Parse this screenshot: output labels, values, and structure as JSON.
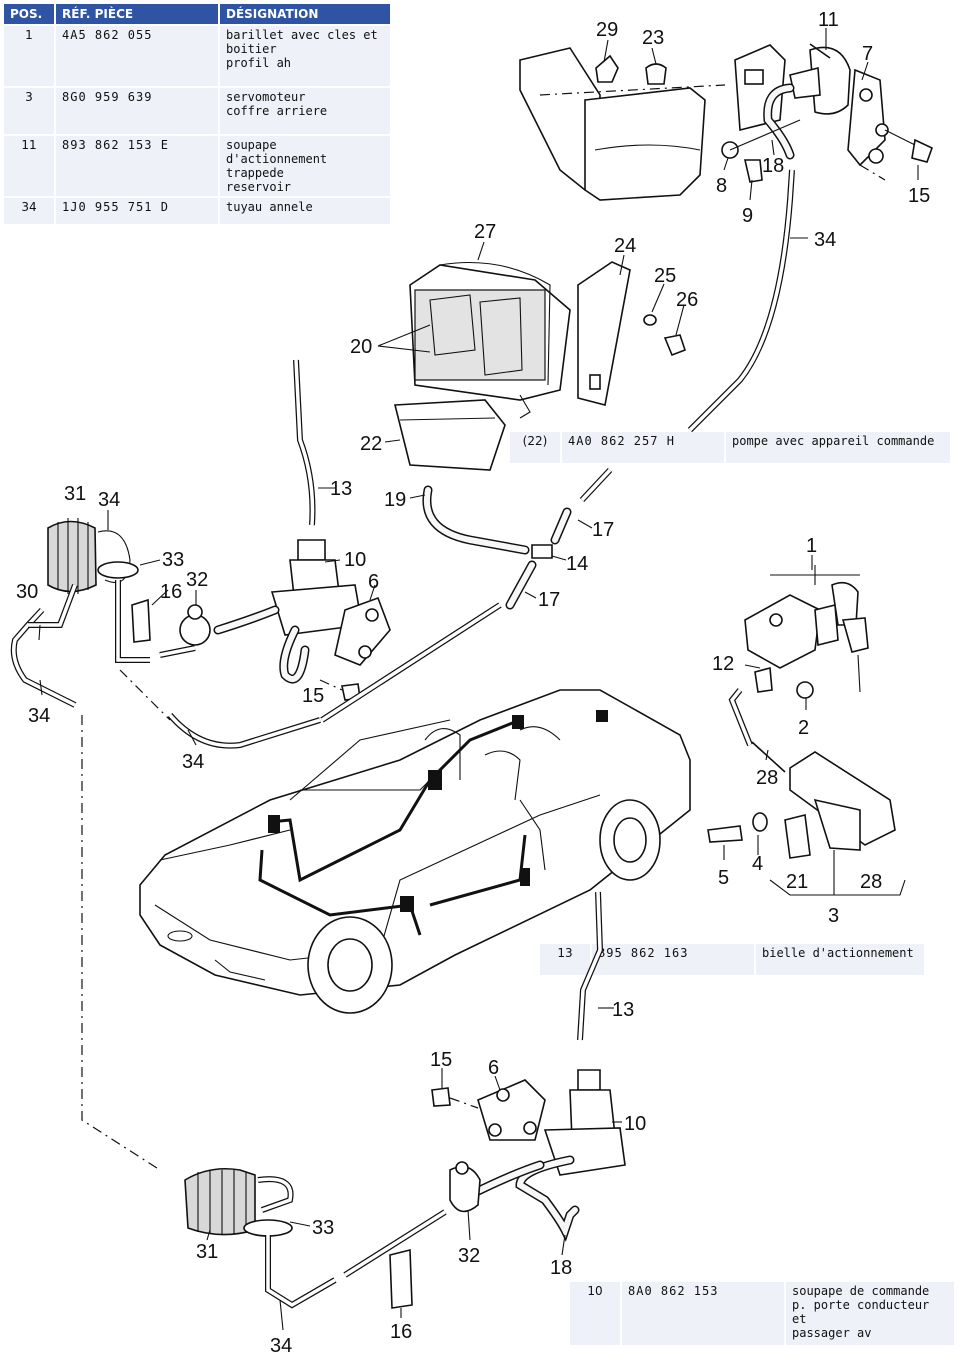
{
  "header": {
    "pos": "POS.",
    "ref": "RÉF. PIÈCE",
    "designation": "DÉSIGNATION"
  },
  "parts_top": [
    {
      "pos": "1",
      "ref": "4A5 862 055",
      "designation": [
        "barillet avec cles et",
        "boitier",
        "profil ah"
      ]
    },
    {
      "pos": "3",
      "ref": "8G0 959 639",
      "designation": [
        "servomoteur",
        "coffre arriere"
      ]
    },
    {
      "pos": "11",
      "ref": "893 862 153 E",
      "designation": [
        "soupape d'actionnement",
        "trappede",
        "reservoir"
      ]
    },
    {
      "pos": "34",
      "ref": "1J0 955 751 D",
      "designation": [
        "tuyau annele"
      ]
    }
  ],
  "part_22": {
    "pos": "(22)",
    "ref": "4A0 862 257 H",
    "designation": "pompe avec appareil commande"
  },
  "part_13": {
    "pos": "13",
    "ref": "895 862 163",
    "designation": "bielle d'actionnement"
  },
  "part_10": {
    "pos": "10",
    "ref": "8A0 862 153",
    "designation": [
      "soupape de commande",
      "p. porte conducteur et",
      "passager av"
    ]
  },
  "callouts": [
    "29",
    "23",
    "11",
    "7",
    "8",
    "9",
    "18",
    "15",
    "34",
    "27",
    "24",
    "25",
    "26",
    "20",
    "22",
    "13",
    "19",
    "17",
    "14",
    "17",
    "31",
    "34",
    "33",
    "16",
    "32",
    "10",
    "6",
    "30",
    "15",
    "34",
    "34",
    "1",
    "12",
    "2",
    "28",
    "5",
    "4",
    "21",
    "28",
    "3",
    "13",
    "15",
    "6",
    "10",
    "31",
    "33",
    "32",
    "18",
    "34",
    "16"
  ]
}
